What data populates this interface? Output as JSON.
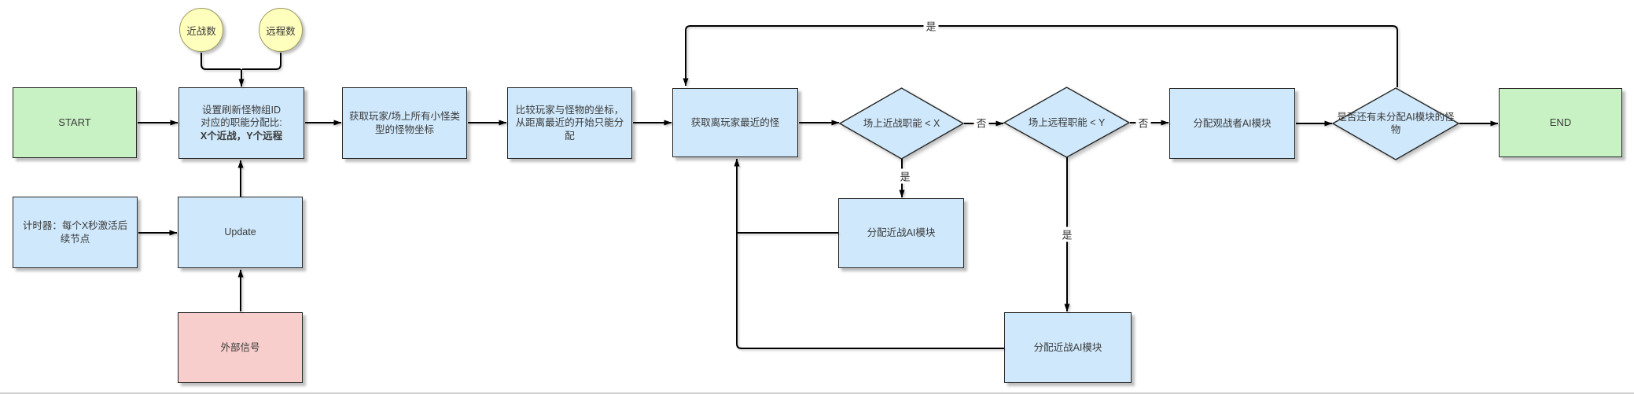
{
  "diagram": {
    "colors": {
      "process-fill": "#cfe8fb",
      "terminal-fill": "#c9f2c4",
      "signal-fill": "#f8cecc",
      "data-fill": "#ffffbd",
      "shape-border": "#262626",
      "data-border": "#99995e",
      "connector": "#000000",
      "text": "#3b3b3b"
    },
    "nodes": {
      "melee_count": {
        "label": "近战数"
      },
      "ranged_count": {
        "label": "远程数"
      },
      "start": {
        "label": "START"
      },
      "set_ratio": {
        "line1": "设置刷新怪物组ID",
        "line2": "对应的职能分配比:",
        "line3": "X个近战，Y个远程"
      },
      "timer": {
        "label": "计时器：每个X秒激活后续节点"
      },
      "update": {
        "label": "Update"
      },
      "external_signal": {
        "label": "外部信号"
      },
      "get_coords": {
        "label": "获取玩家/场上所有小怪类型的怪物坐标"
      },
      "compare_coords": {
        "label": "比较玩家与怪物的坐标，从距离最近的开始只能分配"
      },
      "get_nearest": {
        "label": "获取离玩家最近的怪"
      },
      "melee_check": {
        "label": "场上近战职能 < X"
      },
      "ranged_check": {
        "label": "场上远程职能 < Y"
      },
      "assign_melee_top": {
        "label": "分配近战AI模块"
      },
      "assign_melee_bottom": {
        "label": "分配近战AI模块"
      },
      "assign_spectator": {
        "label": "分配观战者AI模块"
      },
      "unassigned_check": {
        "label": "是否还有未分配AI模块的怪物"
      },
      "end": {
        "label": "END"
      }
    },
    "edge_labels": {
      "melee_check_no": "否",
      "melee_check_yes": "是",
      "ranged_check_no": "否",
      "ranged_check_yes": "是",
      "unassigned_check_yes": "是"
    }
  }
}
